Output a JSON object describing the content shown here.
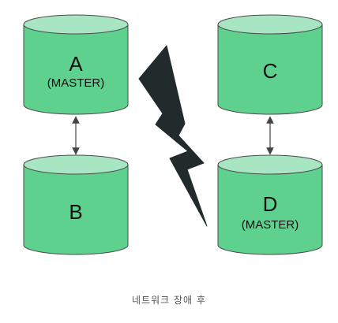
{
  "colors": {
    "body": "#5fd18f",
    "top": "#a8e6c3",
    "outline": "#4a4a4a",
    "bolt": "#222b2b",
    "arrow": "#444444"
  },
  "databases": {
    "a": {
      "name": "A",
      "role": "(MASTER)"
    },
    "b": {
      "name": "B",
      "role": ""
    },
    "c": {
      "name": "C",
      "role": ""
    },
    "d": {
      "name": "D",
      "role": "(MASTER)"
    }
  },
  "icons": {
    "bolt": "lightning-bolt-icon",
    "link": "double-arrow-icon"
  },
  "caption": "네트워크 장애 후"
}
